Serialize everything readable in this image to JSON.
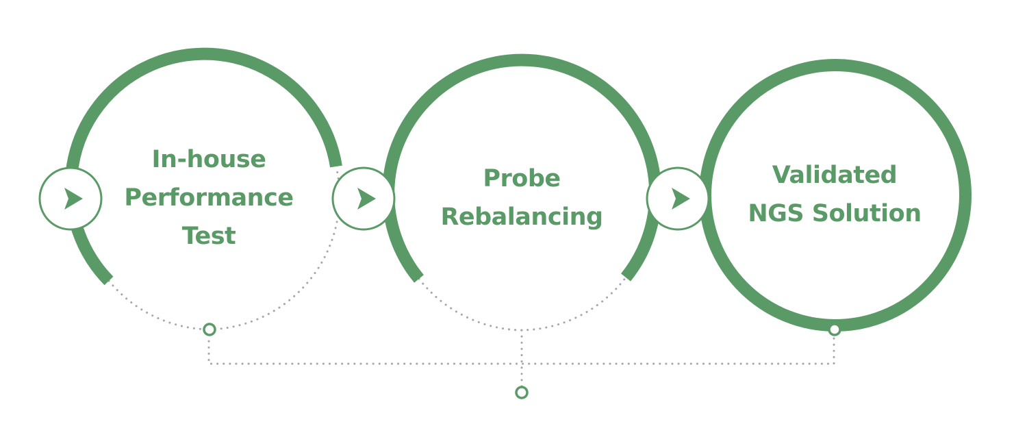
{
  "colors": {
    "accent": "#5a9a66",
    "dots": "#a6a6a6",
    "background": "#ffffff"
  },
  "steps": [
    {
      "lines": [
        "In-house",
        "Performance",
        "Test"
      ],
      "icon": "chevron-right-icon"
    },
    {
      "lines": [
        "Probe",
        "Rebalancing"
      ],
      "icon": "chevron-right-icon"
    },
    {
      "lines": [
        "Validated",
        "NGS Solution"
      ],
      "icon": "chevron-right-icon"
    }
  ]
}
